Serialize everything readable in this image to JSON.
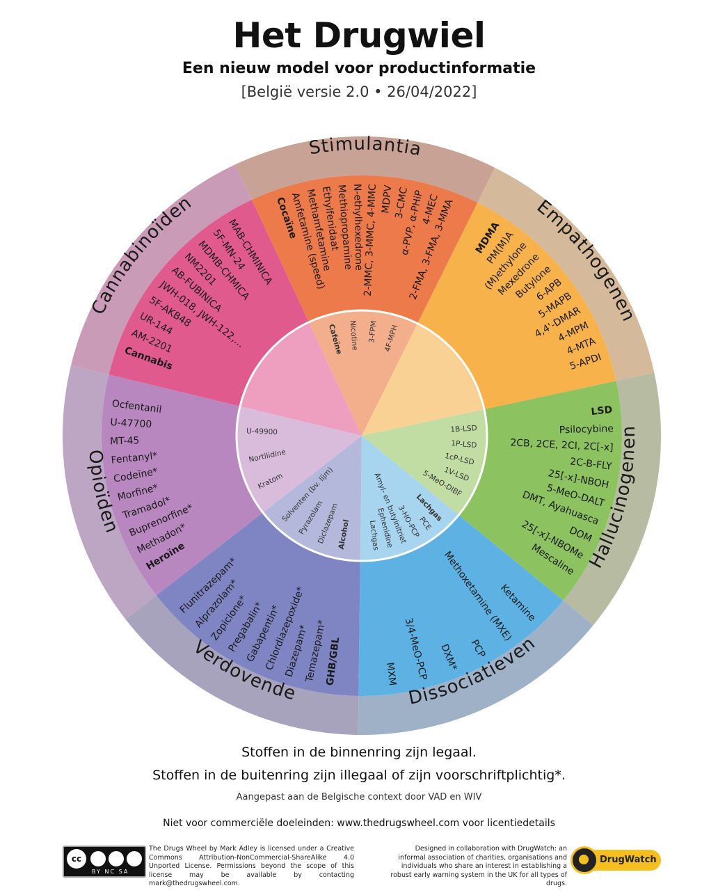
{
  "header": {
    "title": "Het Drugwiel",
    "subtitle": "Een nieuw model voor productinformatie",
    "version": "[België versie 2.0  • 26/04/2022]"
  },
  "wheel": {
    "categories": [
      {
        "name": "Stimulantia",
        "outer": "#c9a296",
        "mid": "#ec7a4a",
        "inner": "#f3ae8b",
        "items": [
          "Cocaïne",
          "Amfetamine (speed)",
          "Methamfetamine",
          "Ethylfenidaat",
          "Methiopropamine",
          "N-ethylhexedrone",
          "2-MMC, 3-MMC, 4-MMC",
          "MDPV",
          "3-CMC",
          "α-PVP, α-PHiP",
          "4-MEC",
          "2-FMA, 3-FMA, 3-MMA"
        ],
        "bold": [
          0
        ],
        "inner_items": [
          "Cafeïne",
          "Nicotine",
          "3-FPM",
          "4F-MPH"
        ],
        "inner_bold": [
          0
        ]
      },
      {
        "name": "Empathogenen",
        "outer": "#d5b99b",
        "mid": "#f7b24b",
        "inner": "#f9d195",
        "items": [
          "MDMA",
          "PM(M)A",
          "(M)ethylone",
          "Mexedrone",
          "Butylone",
          "6-APB",
          "5-MAPB",
          "4,4'-DMAR",
          "4-MPM",
          "4-MTA",
          "5-APDI"
        ],
        "bold": [
          0
        ],
        "inner_items": [],
        "inner_bold": []
      },
      {
        "name": "Hallucinogenen",
        "outer": "#b7bba1",
        "mid": "#8dc260",
        "inner": "#c2dda3",
        "items": [
          "LSD",
          "Psilocybine",
          "2CB, 2CE, 2CI, 2C[-x]",
          "2C-B-FLY",
          "25[-x]-NBOH",
          "5-MeO-DALT",
          "DMT, Ayahuasca",
          "DOM",
          "25[-x]-NBOMe",
          "Mescaline"
        ],
        "bold": [
          0
        ],
        "inner_items": [
          "1B-LSD",
          "1P-LSD",
          "1cP-LSD",
          "1V-LSD",
          "5-MeO-DIBF"
        ],
        "inner_bold": []
      },
      {
        "name": "Dissociatieven",
        "outer": "#9eb1c7",
        "mid": "#5db2e3",
        "inner": "#a7d4ef",
        "items": [
          "Ketamine",
          "Methoxetamine (MXE)",
          "PCP",
          "DXM*",
          "3/4-MeO-PCP",
          "MXM"
        ],
        "bold": [],
        "inner_items": [
          "Lachgas",
          "PCE",
          "3-HO-PCP",
          "Amyl- en butylnitriet",
          "Ephenidine",
          "Lachgas"
        ],
        "inner_bold": [
          0
        ]
      },
      {
        "name": "Verdovende",
        "outer": "#a7a3bd",
        "mid": "#7f85c2",
        "inner": "#b4b8da",
        "items": [
          "GHB/GBL",
          "Temazepam*",
          "Diazepam*",
          "Chlordiazepoxide*",
          "Gabapentin*",
          "Pregabalin*",
          "Zopiclone*",
          "Alprazolam*",
          "Flunitrazepam*"
        ],
        "bold": [
          0
        ],
        "inner_items": [
          "Alcohol",
          "Diclazepam",
          "Pyrazolam",
          "Solventen (bv. lijm)"
        ],
        "inner_bold": [
          0
        ]
      },
      {
        "name": "Opioïden",
        "outer": "#bda6c4",
        "mid": "#b887bf",
        "inner": "#d9bcdc",
        "items": [
          "Heroïne",
          "Methadon*",
          "Buprenorfine*",
          "Tramadol*",
          "Morfine*",
          "Codeïne*",
          "Fentanyl*",
          "MT-45",
          "U-47700",
          "Ocfentanil"
        ],
        "bold": [
          0
        ],
        "inner_items": [
          "Kratom",
          "Nortilidine",
          "U-49900"
        ],
        "inner_bold": []
      },
      {
        "name": "Cannabinoïden",
        "outer": "#c99bb6",
        "mid": "#e05a8e",
        "inner": "#ee9fbf",
        "items": [
          "Cannabis",
          "AM-2201",
          "UR-144",
          "5F-AKB48",
          "JWH-018, JWH-122,...",
          "AB-FUBINICA",
          "NM2201",
          "MDMB-CHMICA",
          "5F-MN-24",
          "MAB-CHMINICA"
        ],
        "bold": [
          0
        ],
        "inner_items": [],
        "inner_bold": []
      }
    ]
  },
  "footer": {
    "legal_inner": "Stoffen in de binnenring zijn legaal.",
    "legal_outer": "Stoffen in de buitenring zijn illegaal of zijn voorschriftplichtig*.",
    "adapted": "Aangepast aan de Belgische context door VAD en WIV",
    "noncommercial": "Niet voor commerciële doeleinden: www.thedrugswheel.com voor licentiedetails",
    "license_text": "The Drugs Wheel by Mark Adley is licensed under a Creative Commons Attribution-NonCommercial-ShareAlike 4.0 Unported License. Permissions beyond the scope of this license may be available by contacting mark@thedrugswheel.com.",
    "designed_text": "Designed in collaboration with DrugWatch: an informal association of charities, organisations and individuals who share an interest in establishing a robust early warning system in the UK for all types of drugs.",
    "cc_codes": "BY NC SA",
    "cc_mark": "cc",
    "logo_text": "DrugWatch",
    "logo_icon": "eye-icon"
  }
}
